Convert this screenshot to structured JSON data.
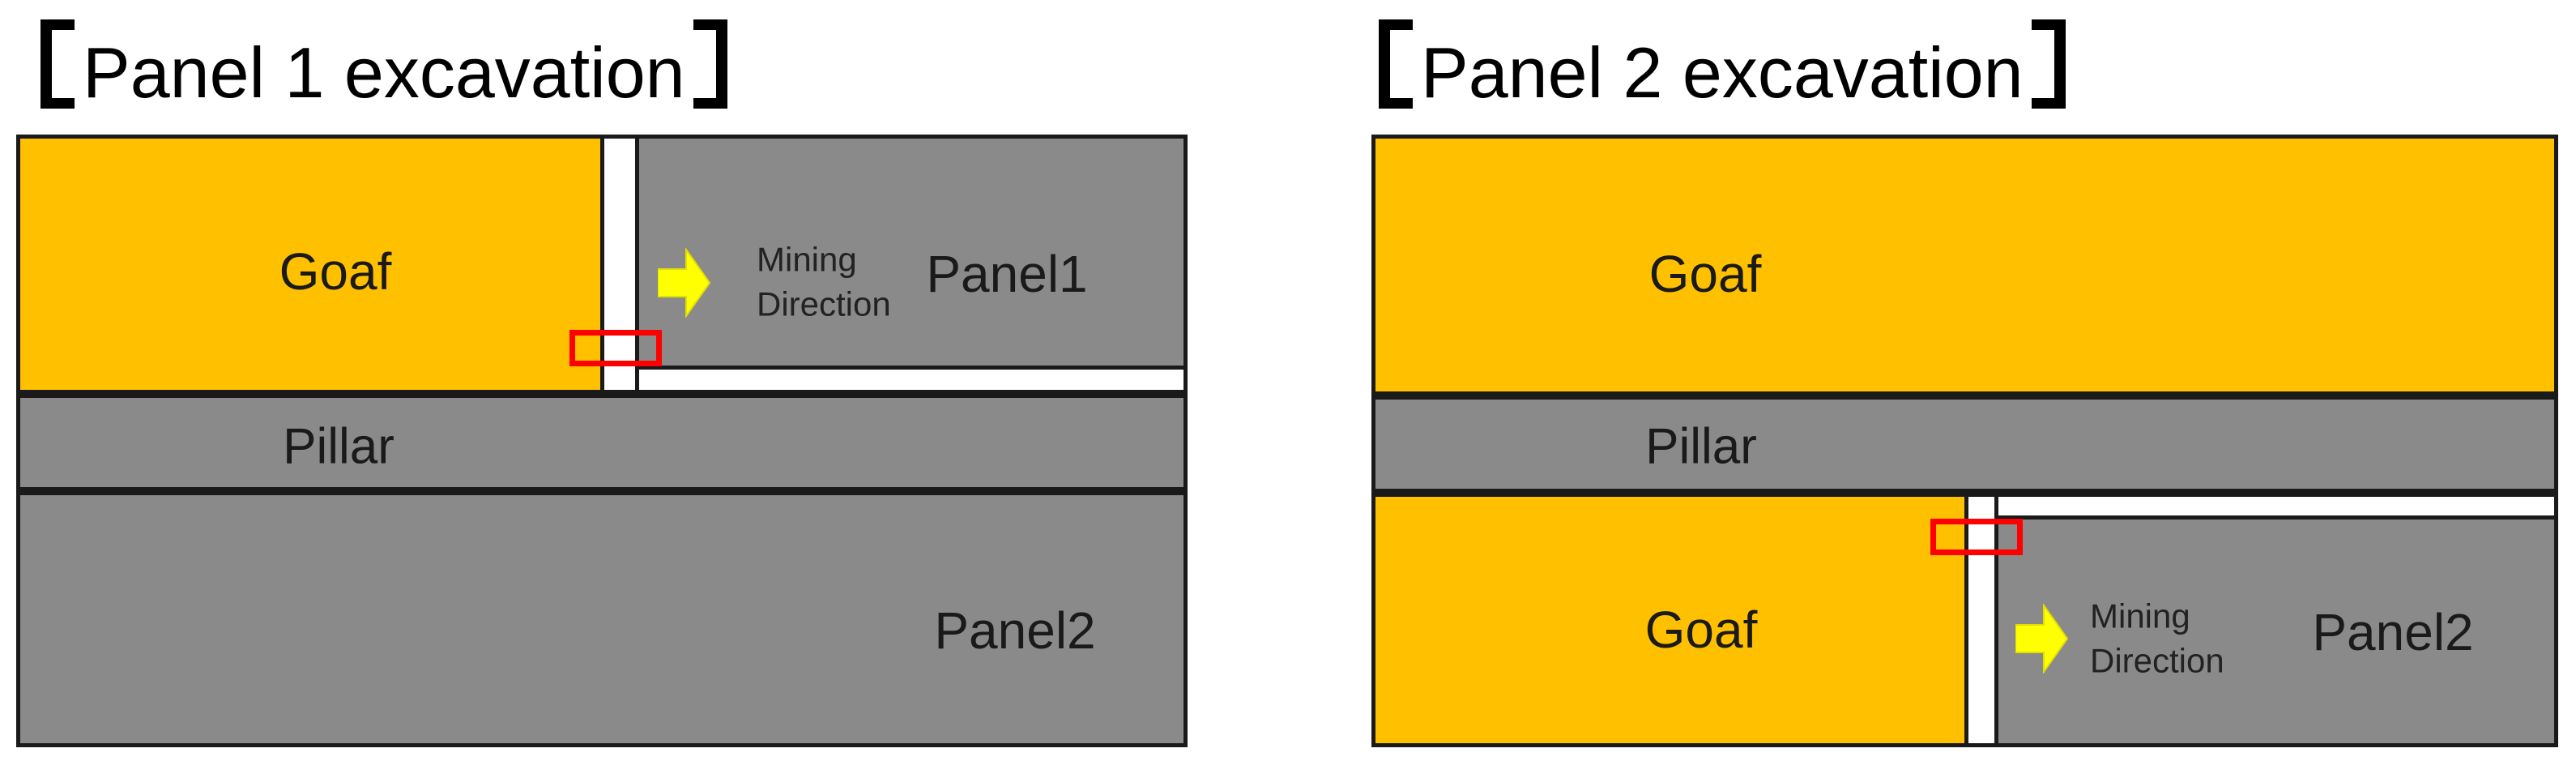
{
  "colors": {
    "background": "#FFFFFF",
    "goaf_fill": "#FFC000",
    "rock_fill": "#8A8A8A",
    "roadway_fill": "#FFFFFF",
    "outline": "#1A1A1A",
    "highlight_red": "#FF0000",
    "arrow_yellow": "#FFFF00",
    "label_text": "#1A1A1A",
    "title_text": "#000000"
  },
  "left_diagram": {
    "title_full": "【Panel 1 excavation】",
    "title": "Panel 1 excavation",
    "goaf_label": "Goaf",
    "mining_direction_line1": "Mining",
    "mining_direction_line2": "Direction",
    "active_panel_label": "Panel1",
    "pillar_label": "Pillar",
    "lower_panel_label": "Panel2"
  },
  "right_diagram": {
    "title_full": "【Panel 2 excavation】",
    "title": "Panel 2 excavation",
    "upper_goaf_label": "Goaf",
    "pillar_label": "Pillar",
    "lower_goaf_label": "Goaf",
    "mining_direction_line1": "Mining",
    "mining_direction_line2": "Direction",
    "active_panel_label": "Panel2"
  }
}
